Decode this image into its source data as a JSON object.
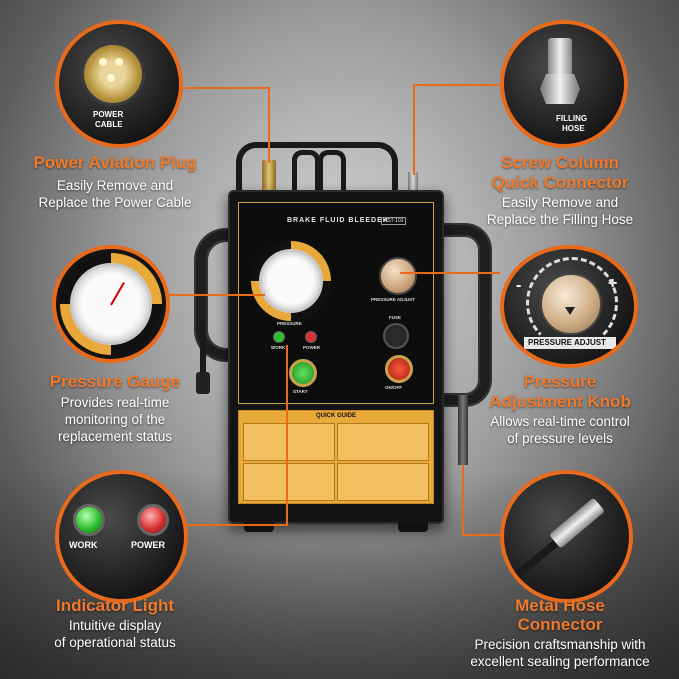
{
  "features": {
    "power_plug": {
      "title": "Power Aviation Plug",
      "desc1": "Easily Remove and",
      "desc2": "Replace the Power Cable",
      "inset_label1": "POWER",
      "inset_label2": "CABLE"
    },
    "screw_connector": {
      "title1": "Screw Column",
      "title2": "Quick Connector",
      "desc1": "Easily Remove and",
      "desc2": "Replace the Filling Hose",
      "inset_label1": "FILLING",
      "inset_label2": "HOSE"
    },
    "pressure_gauge": {
      "title": "Pressure Gauge",
      "desc1": "Provides real-time",
      "desc2": "monitoring of the",
      "desc3": "replacement status"
    },
    "pressure_knob": {
      "title1": "Pressure",
      "title2": "Adjustment Knob",
      "desc1": "Allows real-time control",
      "desc2": "of pressure levels",
      "inset_label": "PRESSURE ADJUST",
      "minus": "-",
      "plus": "+"
    },
    "indicator_light": {
      "title": "Indicator Light",
      "desc1": "Intuitive display",
      "desc2": "of operational status",
      "work_label": "WORK",
      "power_label": "POWER"
    },
    "metal_hose": {
      "title1": "Metal Hose",
      "title2": "Connector",
      "desc1": "Precision craftsmanship with",
      "desc2": "excellent sealing performance"
    }
  },
  "device": {
    "title": "BRAKE FLUID BLEEDER",
    "model": "AST-103",
    "pressure_label": "PRESSURE",
    "pressure_adjust_label": "PRESSURE ADJUST",
    "fuse_label": "FUSE",
    "work_label": "WORK",
    "power_label": "POWER",
    "start_label": "START",
    "onoff_label": "ON/OFF",
    "guide_title": "QUICK GUIDE"
  },
  "colors": {
    "accent": "#e86a1c",
    "work_lamp": "#2fbf2f",
    "power_lamp": "#d93030"
  }
}
